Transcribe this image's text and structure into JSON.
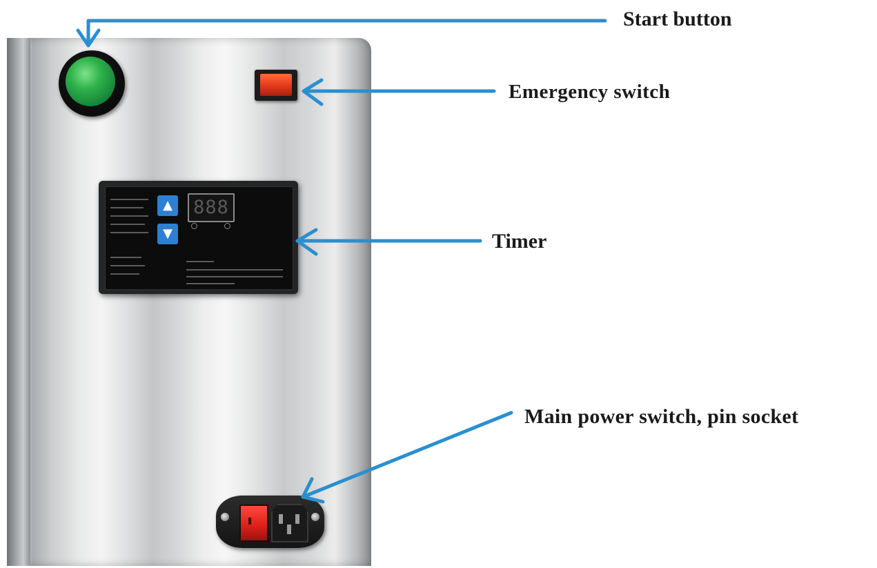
{
  "labels": {
    "start": "Start button",
    "emergency": "Emergency switch",
    "timer": "Timer",
    "power": "Main power switch, pin socket"
  },
  "timer": {
    "display": "888",
    "key_up": "▲",
    "key_down": "▼"
  },
  "colors": {
    "arrow": "#2a8fd0",
    "start_button": "#2fb24a",
    "emergency_switch": "#e2391b",
    "timer_keys": "#2f7fd1",
    "power_rocker": "#e0221a"
  }
}
